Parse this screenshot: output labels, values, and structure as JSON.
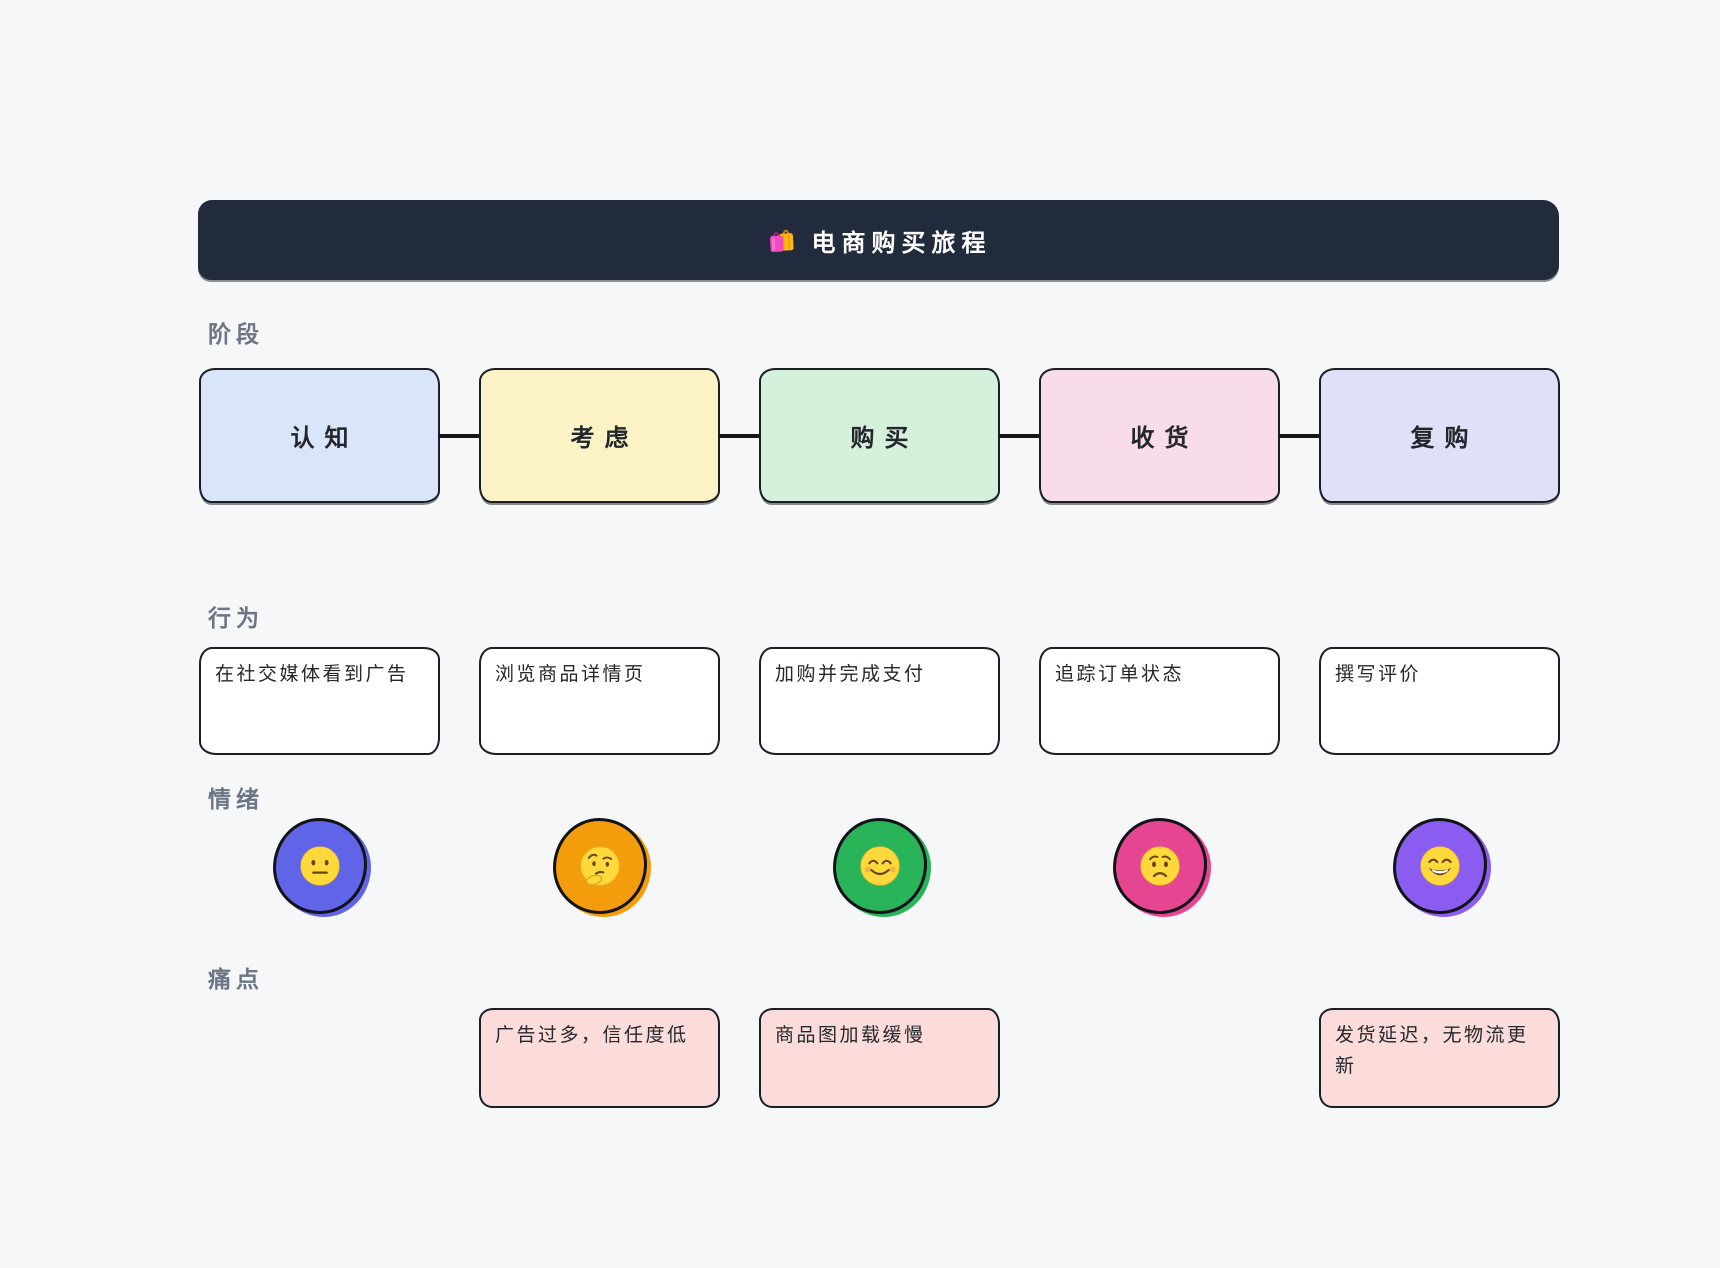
{
  "header": {
    "title": "电商购买旅程",
    "icon": "shopping-bags-icon",
    "background": "#222b3c",
    "text_color": "#ffffff"
  },
  "row_labels": {
    "stages": "阶段",
    "behaviors": "行为",
    "emotions": "情绪",
    "pain_points": "痛点"
  },
  "stages": [
    {
      "label": "认知",
      "fill": "#d9e5f9"
    },
    {
      "label": "考虑",
      "fill": "#fbf3c5"
    },
    {
      "label": "购买",
      "fill": "#d6f1db"
    },
    {
      "label": "收货",
      "fill": "#f9dcea"
    },
    {
      "label": "复购",
      "fill": "#dee1f8"
    }
  ],
  "behaviors": [
    {
      "text": "在社交媒体看到广告"
    },
    {
      "text": "浏览商品详情页"
    },
    {
      "text": "加购并完成支付"
    },
    {
      "text": "追踪订单状态"
    },
    {
      "text": "撰写评价"
    }
  ],
  "emotions": [
    {
      "emoji": "😐",
      "name": "neutral-face",
      "fill": "#6064e6"
    },
    {
      "emoji": "🤔",
      "name": "thinking-face",
      "fill": "#f49d0c"
    },
    {
      "emoji": "😊",
      "name": "smiling-face",
      "fill": "#2ab45a"
    },
    {
      "emoji": "😟",
      "name": "worried-face",
      "fill": "#e64691"
    },
    {
      "emoji": "😄",
      "name": "grinning-face",
      "fill": "#8b5cf0"
    }
  ],
  "pain_points": [
    {
      "column": 2,
      "text": "广告过多，信任度低"
    },
    {
      "column": 3,
      "text": "商品图加载缓慢"
    },
    {
      "column": 5,
      "text": "发货延迟，无物流更新"
    }
  ],
  "colors": {
    "canvas_background": "#f6f7f9",
    "box_border": "#1b1e24",
    "pain_fill": "#fbdcda",
    "label_gray": "#6b7585"
  }
}
